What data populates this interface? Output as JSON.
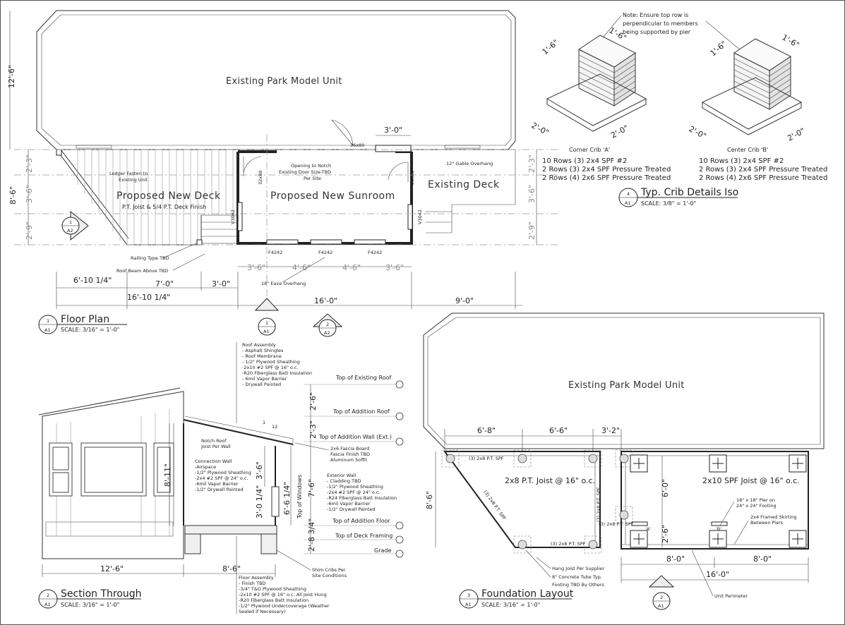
{
  "floor_plan": {
    "existing_unit": "Existing Park Model Unit",
    "proposed_deck": "Proposed New Deck",
    "deck_finish": "P.T. Joist & 5/4 P.T. Deck Finish",
    "proposed_sunroom": "Proposed New Sunroom",
    "existing_deck": "Existing Deck",
    "notch_note": [
      "Opening to Notch",
      "Existing Door Size-TBD",
      "Per Site"
    ],
    "ledger_note": [
      "Ledger Fasten to",
      "Existing Unit"
    ],
    "gable_note": "12\" Gable Overhang",
    "railing_note": "Railing Type TBD",
    "roof_beam_note": "Roof Beam Above TBD",
    "eave_note": "18\" Eave Overhang",
    "door_tag_a": "36x80",
    "door_tag_b": "32x80",
    "door_tag_c": "30x80",
    "window_tags": [
      "F4242",
      "F4242",
      "F4242"
    ],
    "side_window_tag_left": "V3042",
    "side_window_tag_right": "V3042",
    "dims": {
      "left_height": "12'-6\"",
      "left_total": "8'-6\"",
      "left_parts": [
        "2'-3\"",
        "3'-6\"",
        "2'-9\""
      ],
      "right_parts": [
        "2'-3\"",
        "3'-6\"",
        "2'-9\""
      ],
      "top_opening": "3'-0\"",
      "bottom_row1": [
        "6'-10 1/4\"",
        "7'-0\"",
        "3'-0\""
      ],
      "bottom_row2": [
        "16'-10 1/4\"",
        "16'-0\"",
        "9'-0\""
      ],
      "window_spacing": [
        "3'-6\"",
        "4'-6\"",
        "4'-6\"",
        "3'-6\""
      ]
    },
    "section_marker_1": {
      "num": "1",
      "sheet": "A2"
    },
    "section_marker_2": {
      "num": "2",
      "sheet": "A2"
    },
    "section_marker_3": {
      "num": "1",
      "sheet": "A1"
    },
    "title": {
      "num": "1",
      "sheet": "A1",
      "name": "Floor Plan",
      "scale": "SCALE: 3/16\" = 1'-0\""
    }
  },
  "crib": {
    "note": [
      "Note: Ensure top row is",
      "perpendicular to members",
      "being supported by pier"
    ],
    "corner_label": "Corner Crib 'A'",
    "center_label": "Center Crib 'B'",
    "corner_spec": [
      "10 Rows (3) 2x4 SPF #2",
      "2 Rows (3) 2x4 SPF Pressure Treated",
      "2 Rows (4) 2x6 SPF Pressure Treated"
    ],
    "center_spec": [
      "10 Rows (3) 2x4 SPF #2",
      "2 Rows (3) 2x4 SPF Pressure Treated",
      "2 Rows (4) 2x6 SPF Pressure Treated"
    ],
    "dim_top": "1'-6\"",
    "dim_bottom": "2'-0\"",
    "title": {
      "num": "4",
      "sheet": "A1",
      "name": "Typ. Crib Details Iso",
      "scale": "SCALE: 3/8\" = 1'-0\""
    }
  },
  "section": {
    "roof_assembly": [
      "Roof Assembly",
      "- Asphalt Shingles",
      "- Roof Membrane",
      "- 1/2\" Plywood Sheathing",
      "-2x10 #2 SPF @ 16\" o.c.",
      "-R20 Fiberglass Batt Insulation",
      "- 6mil Vapor Barrier",
      "- Drywall Painted"
    ],
    "levels": [
      "Top of Existing Roof",
      "Top of Addition Roof",
      "Top of Addition Wall (Ext.)",
      "Top of Addition Floor",
      "Top of Deck Framing",
      "Grade"
    ],
    "level_dims": [
      "2'-6\"",
      "2'-3\"",
      "7'-6\"",
      "2'-8 3/4\""
    ],
    "notch_roof": [
      "Notch Roof",
      "Joist Per Wall"
    ],
    "fascia": [
      "2x6 Fascia Board",
      "Fascia Finish TBD",
      "Aluminum Soffit"
    ],
    "connection_wall": [
      "Connection Wall",
      "-Airspace",
      "-1/2\" Plywood Sheathing",
      "-2x4 #2 SPF @ 24\" o.c.",
      "-6mil Vapor Barrier",
      "-1/2\" Drywall Painted"
    ],
    "exterior_wall": [
      "Exterior Wall",
      "- Cladding TBD",
      "-1/2\" Plywood Sheathing",
      "-2x4 #2 SPF @ 24\" o.c.",
      "-R24 Fiberglass Batt Insulation",
      "-6mil Vapor Barrier",
      "-1/2\" Drywall Painted"
    ],
    "shim": [
      "Shim Cribs Per",
      "Site Conditions"
    ],
    "floor_assembly": [
      "Floor Assembly",
      "- Finish TBD",
      "-3/4\" T&G Plywood Sheathing",
      "-2x10 #2 SPF @ 16\" o.c. All Joist Hung",
      "-R20 Fiberglass Batt Insulation",
      "-1/2\" Plywood Undercoverage (Weather",
      "Sealed if Necessary)"
    ],
    "window_label": "Top of Windows",
    "pitch": [
      "1",
      "12"
    ],
    "dims": {
      "h1": "8'-11\"",
      "h2": "3'-6\"",
      "h3": "3'-0 1/4\"",
      "h4": "6'-6 1/4\"",
      "w1": "12'-6\"",
      "w2": "8'-6\""
    },
    "title": {
      "num": "2",
      "sheet": "A1",
      "name": "Section Through",
      "scale": "SCALE: 3/16\" = 1'-0\""
    }
  },
  "foundation": {
    "existing_unit": "Existing Park Model Unit",
    "joist_left": "2x8 P.T. Joist @ 16\" o.c.",
    "joist_right": "2x10 SPF Joist @ 16\" o.c.",
    "beam_labels": [
      "(3) 2x8 P.T. SPF",
      "(3) 2x8 P.T. SPF",
      "(3) 2x8 P.T. SPF",
      "(3) 2x8 P.T. SPF",
      "(3) 2x8 P.T. SPF"
    ],
    "pier_note": [
      "18\" x 18\" Pier on",
      "24\" x 24\" Footing"
    ],
    "skirting_note": [
      "2x4 Framed Skirting",
      "Between Piers"
    ],
    "hang_note": "Hang Joist Per Supplier",
    "tube_note": "8\" Concrete Tube Typ.",
    "footing_note": "Footing TBD By Others",
    "perimeter_note": "Unit Perimeter",
    "crib_tags": [
      "'A'",
      "'B'"
    ],
    "dims_top": [
      "6'-8\"",
      "6'-6\"",
      "3'-2\""
    ],
    "dims_bottom": [
      "8'-0\"",
      "8'-0\""
    ],
    "dim_total": "16'-0\"",
    "dims_side": [
      "8'-6\"",
      "6'-0\"",
      "2'-6\""
    ],
    "section_marker": {
      "num": "2",
      "sheet": "A1"
    },
    "title": {
      "num": "3",
      "sheet": "A1",
      "name": "Foundation Layout",
      "scale": "SCALE: 3/16\" = 1'-0\""
    }
  }
}
